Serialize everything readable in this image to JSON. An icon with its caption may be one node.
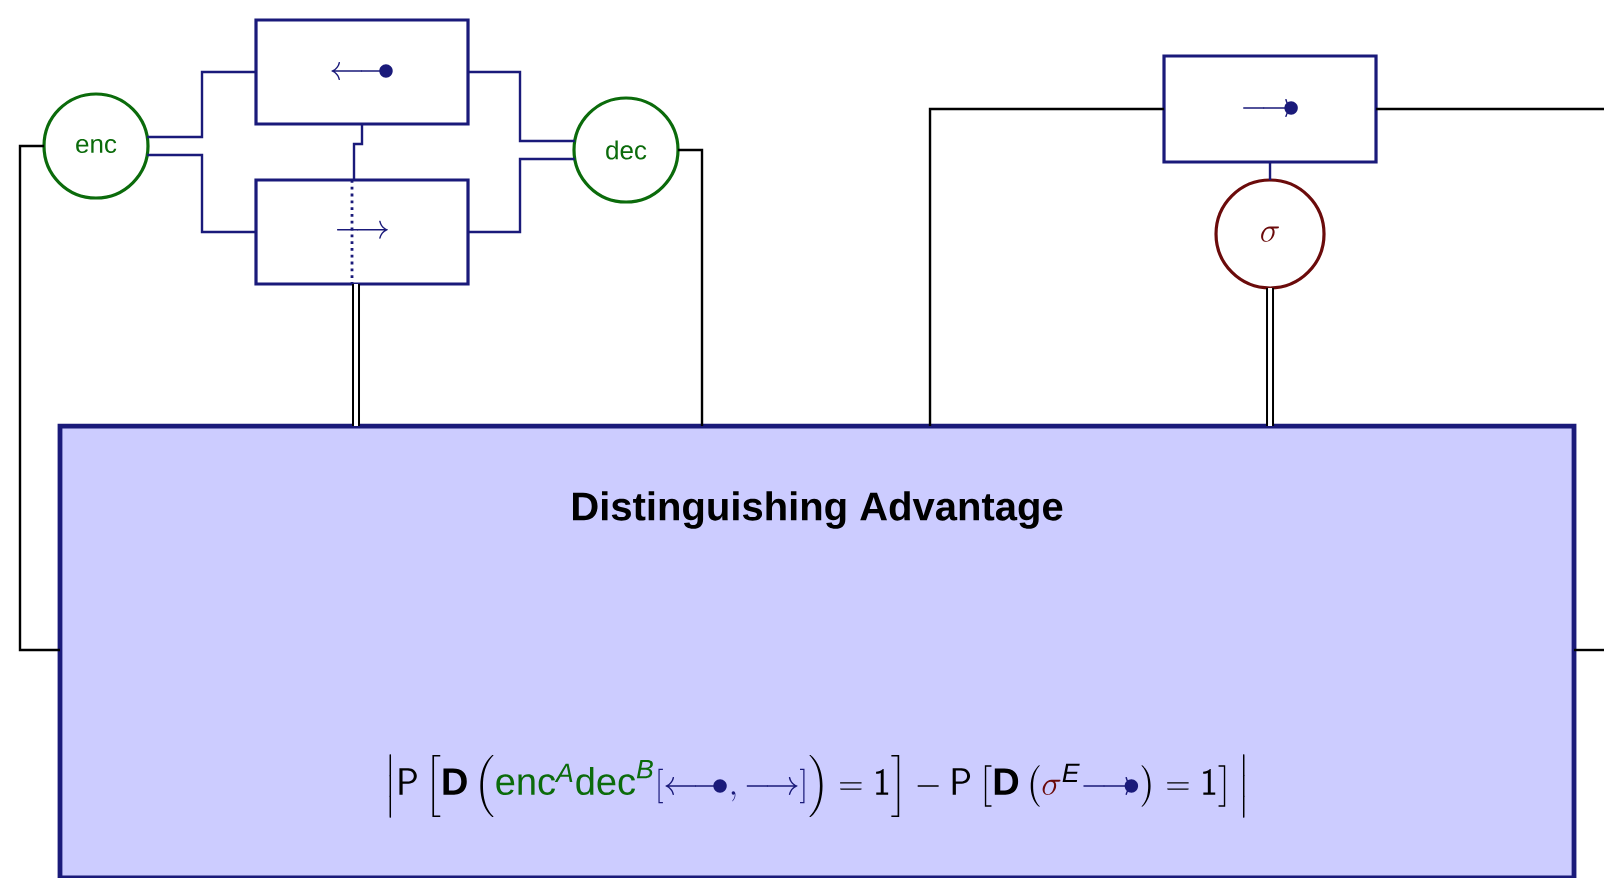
{
  "diagram": {
    "nodes": [
      {
        "text": [
          "enc"
        ]
      },
      {
        "text": [
          "\\longleftarrow\\!\\!\\!\\bullet"
        ]
      },
      {
        "text": [
          "\\longrightarrow"
        ]
      },
      {
        "text": [
          "dec"
        ]
      },
      {
        "text": [
          "\\longrightarrow\\!\\!\\!\\!\\bullet"
        ]
      },
      {
        "text": [
          "\\sigma"
        ]
      },
      {
        "text": [
          "Distinguishing Advantage",
          "\\Big|\\textsf{P}\\left[\\textbf{D}\\left(\\textcolor[HTML]{0B6B0B}{\\text{enc}^{\\text{\\itshape A}}\\text{dec}^{\\text{\\itshape B}}}\\textcolor[HTML]{1A1A7A}{[\\longleftarrow\\!\\!\\!\\bullet,\\longrightarrow]}\\right)=\\textsf{1}\\right]-\\textsf{P}\\left[\\textbf{D}\\left(\\textcolor[HTML]{6B0B0B}{\\sigma}^{\\text{\\itshape E}}\\textcolor[HTML]{1A1A7A}{\\longrightarrow\\!\\!\\!\\!\\bullet}\\right)=\\textsf{1}\\right]\\Big|"
        ]
      }
    ],
    "edges": [
      {
        "from": 0,
        "to": 1,
        "arrow": "none",
        "color": "#1a1a7a"
      },
      {
        "from": 0,
        "to": 2,
        "arrow": "none",
        "color": "#1a1a7a"
      },
      {
        "from": 1,
        "to": 3,
        "arrow": "none",
        "color": "#1a1a7a"
      },
      {
        "from": 2,
        "to": 3,
        "arrow": "none",
        "color": "#1a1a7a"
      },
      {
        "from": 1,
        "to": 2,
        "arrow": "none",
        "color": "#1a1a7a"
      },
      {
        "from": 2,
        "to": 6,
        "arrow": "none",
        "style": "thick"
      },
      {
        "from": 3,
        "to": 6,
        "arrow": "none"
      },
      {
        "from": 0,
        "to": 6,
        "arrow": "none"
      },
      {
        "from": 4,
        "to": 6,
        "arrow": "none"
      },
      {
        "from": 4,
        "to": null,
        "arrow": "none"
      },
      {
        "from": 4,
        "to": 5,
        "arrow": "none",
        "color": "#1a1a7a"
      },
      {
        "from": 5,
        "to": 6,
        "arrow": "none",
        "style": "thick"
      },
      {
        "from": 6,
        "to": null,
        "arrow": "none"
      }
    ]
  }
}
